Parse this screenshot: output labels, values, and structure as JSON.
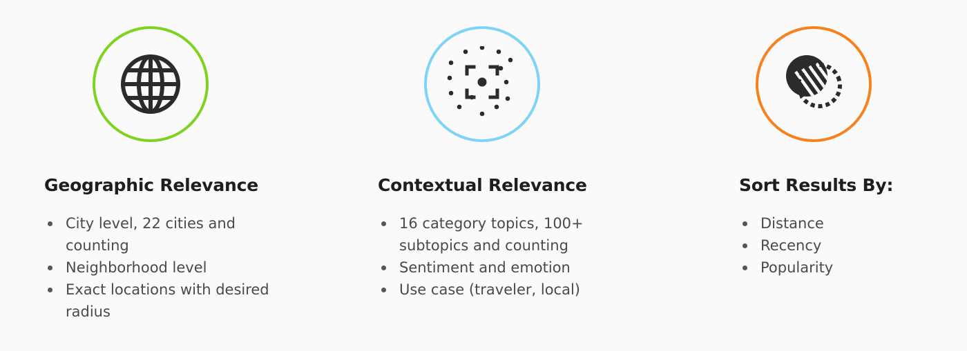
{
  "columns": [
    {
      "title": "Geographic Relevance",
      "icon": "globe-icon",
      "accent": "#7ed321",
      "items": [
        "City level, 22 cities and counting",
        "Neighborhood level",
        "Exact locations with desired radius"
      ]
    },
    {
      "title": "Contextual Relevance",
      "icon": "focus-dots-icon",
      "accent": "#7fd3f7",
      "items": [
        "16 category topics, 100+ subtopics and counting",
        "Sentiment and emotion",
        "Use case (traveler, local)"
      ]
    },
    {
      "title": "Sort Results By:",
      "icon": "sort-sphere-icon",
      "accent": "#f5821f",
      "items": [
        "Distance",
        "Recency",
        "Popularity"
      ]
    }
  ]
}
